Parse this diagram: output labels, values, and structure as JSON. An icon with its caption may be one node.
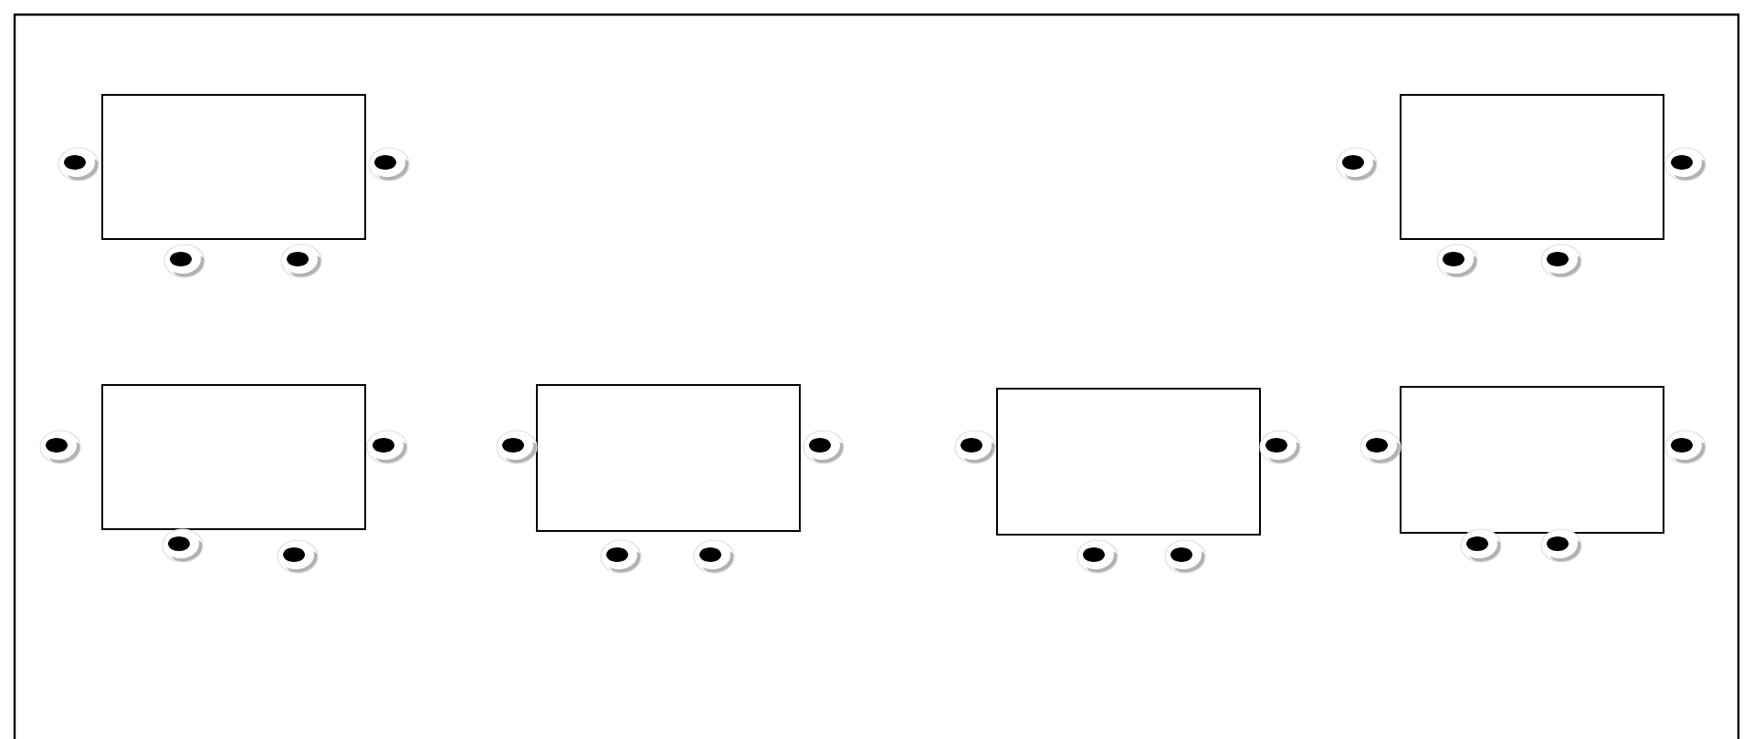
{
  "diagram": {
    "nodes": [
      {
        "text": [],
        "shape": "box"
      },
      {
        "text": [],
        "shape": "circle"
      },
      {
        "text": [],
        "shape": "circle"
      },
      {
        "text": [],
        "shape": "circle"
      },
      {
        "text": [],
        "shape": "circle"
      },
      {
        "text": [],
        "shape": "box"
      },
      {
        "text": [],
        "shape": "circle"
      },
      {
        "text": [],
        "shape": "circle"
      },
      {
        "text": [],
        "shape": "circle"
      },
      {
        "text": [],
        "shape": "circle"
      },
      {
        "text": [],
        "shape": "box"
      },
      {
        "text": [],
        "shape": "circle"
      },
      {
        "text": [],
        "shape": "circle"
      },
      {
        "text": [],
        "shape": "circle"
      },
      {
        "text": [],
        "shape": "circle"
      },
      {
        "text": [],
        "shape": "box"
      },
      {
        "text": [],
        "shape": "circle"
      },
      {
        "text": [],
        "shape": "circle"
      },
      {
        "text": [],
        "shape": "circle"
      },
      {
        "text": [],
        "shape": "circle"
      },
      {
        "text": [],
        "shape": "box"
      },
      {
        "text": [],
        "shape": "circle"
      },
      {
        "text": [],
        "shape": "circle"
      },
      {
        "text": [],
        "shape": "circle"
      },
      {
        "text": [],
        "shape": "circle"
      },
      {
        "text": [],
        "shape": "box"
      },
      {
        "text": [],
        "shape": "circle"
      },
      {
        "text": [],
        "shape": "circle"
      },
      {
        "text": [],
        "shape": "circle"
      },
      {
        "text": [],
        "shape": "circle"
      }
    ]
  }
}
